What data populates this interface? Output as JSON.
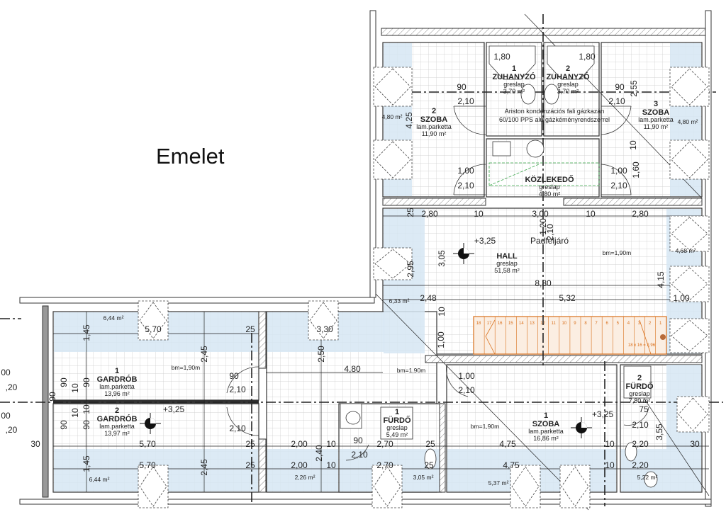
{
  "title": "Emelet",
  "rooms": [
    {
      "number": "2",
      "name": "SZOBA",
      "floor": "lam.parketta",
      "area": "11,90 m²"
    },
    {
      "number": "1",
      "name": "ZUHANYZÓ",
      "floor": "greslap",
      "area": "3,70 m²"
    },
    {
      "number": "2",
      "name": "ZUHANYZÓ",
      "floor": "greslap",
      "area": "3,70 m²"
    },
    {
      "number": "3",
      "name": "SZOBA",
      "floor": "lam.parketta",
      "area": "11,90 m²"
    },
    {
      "number": "",
      "name": "KÖZLEKEDŐ",
      "floor": "greslap",
      "area": "4,80 m²"
    },
    {
      "number": "",
      "name": "HALL",
      "floor": "greslap",
      "area": "51,58 m²"
    },
    {
      "number": "1",
      "name": "GARDRÓB",
      "floor": "lam.parketta",
      "area": "13,96 m²"
    },
    {
      "number": "2",
      "name": "GARDRÓB",
      "floor": "lam.parketta",
      "area": "13,97 m²"
    },
    {
      "number": "1",
      "name": "FÜRDŐ",
      "floor": "greslap",
      "area": "5,49 m²"
    },
    {
      "number": "1",
      "name": "SZOBA",
      "floor": "lam.parketta",
      "area": "16,86 m²"
    },
    {
      "number": "2",
      "name": "FÜRDŐ",
      "floor": "greslap",
      "area": "7,80 m²"
    }
  ],
  "areas": [
    "4,80 m²",
    "4,80 m²",
    "6,33 m²",
    "4,68 m²",
    "6,44 m²",
    "6,44 m²",
    "2,26 m²",
    "3,05 m²",
    "5,37 m²",
    "5,22 m²"
  ],
  "dimensions": [
    "1,80",
    "1,80",
    "90",
    "2,10",
    "90",
    "2,10",
    "2,55",
    "4,25",
    "10",
    "1,60",
    "1,00",
    "2,10",
    "1,00",
    "2,10",
    "2,80",
    "10",
    "3,00",
    "10",
    "2,80",
    "25",
    "1,20",
    "2,10",
    "3,05",
    "2,95",
    "8,80",
    "2,48",
    "5,32",
    "4,15",
    "1,00",
    "10",
    "1,00",
    "5,70",
    "25",
    "3,30",
    "1,45",
    "2,45",
    "2,50",
    "4,80",
    "90",
    "2,10",
    "90",
    "10",
    "90",
    "10",
    "90",
    "2,10",
    "5,70",
    "25",
    "2,00",
    "10",
    "2,70",
    "25",
    "4,75",
    "10",
    "2,20",
    "30",
    "2,45",
    "2,40",
    "90",
    "2,10",
    "1,45",
    "5,70",
    "25",
    "2,00",
    "10",
    "2,70",
    "25",
    "4,75",
    "10",
    "2,20",
    "3,55",
    "2,10",
    "75",
    "1,00",
    "2,10",
    "30",
    "00",
    ",20",
    "00",
    ",20",
    "90",
    "10",
    "90"
  ],
  "levels": [
    "+3,25",
    "+3,25",
    "+3,25"
  ],
  "headroom": [
    "bm=1,90m",
    "bm=1,90m",
    "bm=1,90m",
    "bm=1,90m"
  ],
  "notes": {
    "attic_access": "Padfeljáró",
    "boiler_line1": "Ariston kondenzációs fali gázkazán",
    "boiler_line2": "60/100 PPS alu gázkéményrendszerrel",
    "stairs": "18 x 16 = 2,96"
  },
  "stair_steps": [
    "18",
    "17",
    "16",
    "15",
    "14",
    "13",
    "12",
    "11",
    "10",
    "9",
    "8",
    "7",
    "6",
    "5",
    "4",
    "3",
    "2",
    "1"
  ],
  "colors": {
    "knee_wall": "#d6e6f3",
    "stairs": "#d9701c",
    "door_swing_green": "#3aa64a"
  }
}
